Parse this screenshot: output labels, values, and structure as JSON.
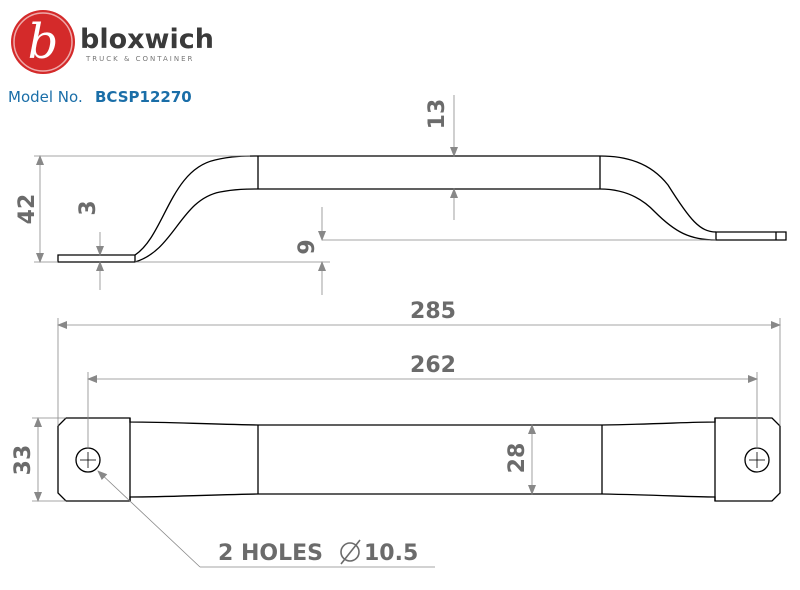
{
  "brand": {
    "name": "bloxwich",
    "tagline": "TRUCK & CONTAINER",
    "logo_letter": "b",
    "logo_color": "#d42a2a",
    "text_color": "#3a3a3a"
  },
  "model": {
    "label": "Model No.",
    "number": "BCSP12270",
    "color": "#1a6ea8"
  },
  "side_view": {
    "dim_overall_height": "42",
    "dim_thickness": "3",
    "dim_grip_thickness": "13",
    "dim_offset": "9"
  },
  "top_view": {
    "dim_overall_length": "285",
    "dim_hole_centres": "262",
    "dim_end_width": "33",
    "dim_grip_width": "28",
    "holes_text": "2 HOLES",
    "hole_diameter": "10.5"
  },
  "colors": {
    "outline": "#000000",
    "dimension": "#888888",
    "dimension_text": "#6b6b6b"
  }
}
